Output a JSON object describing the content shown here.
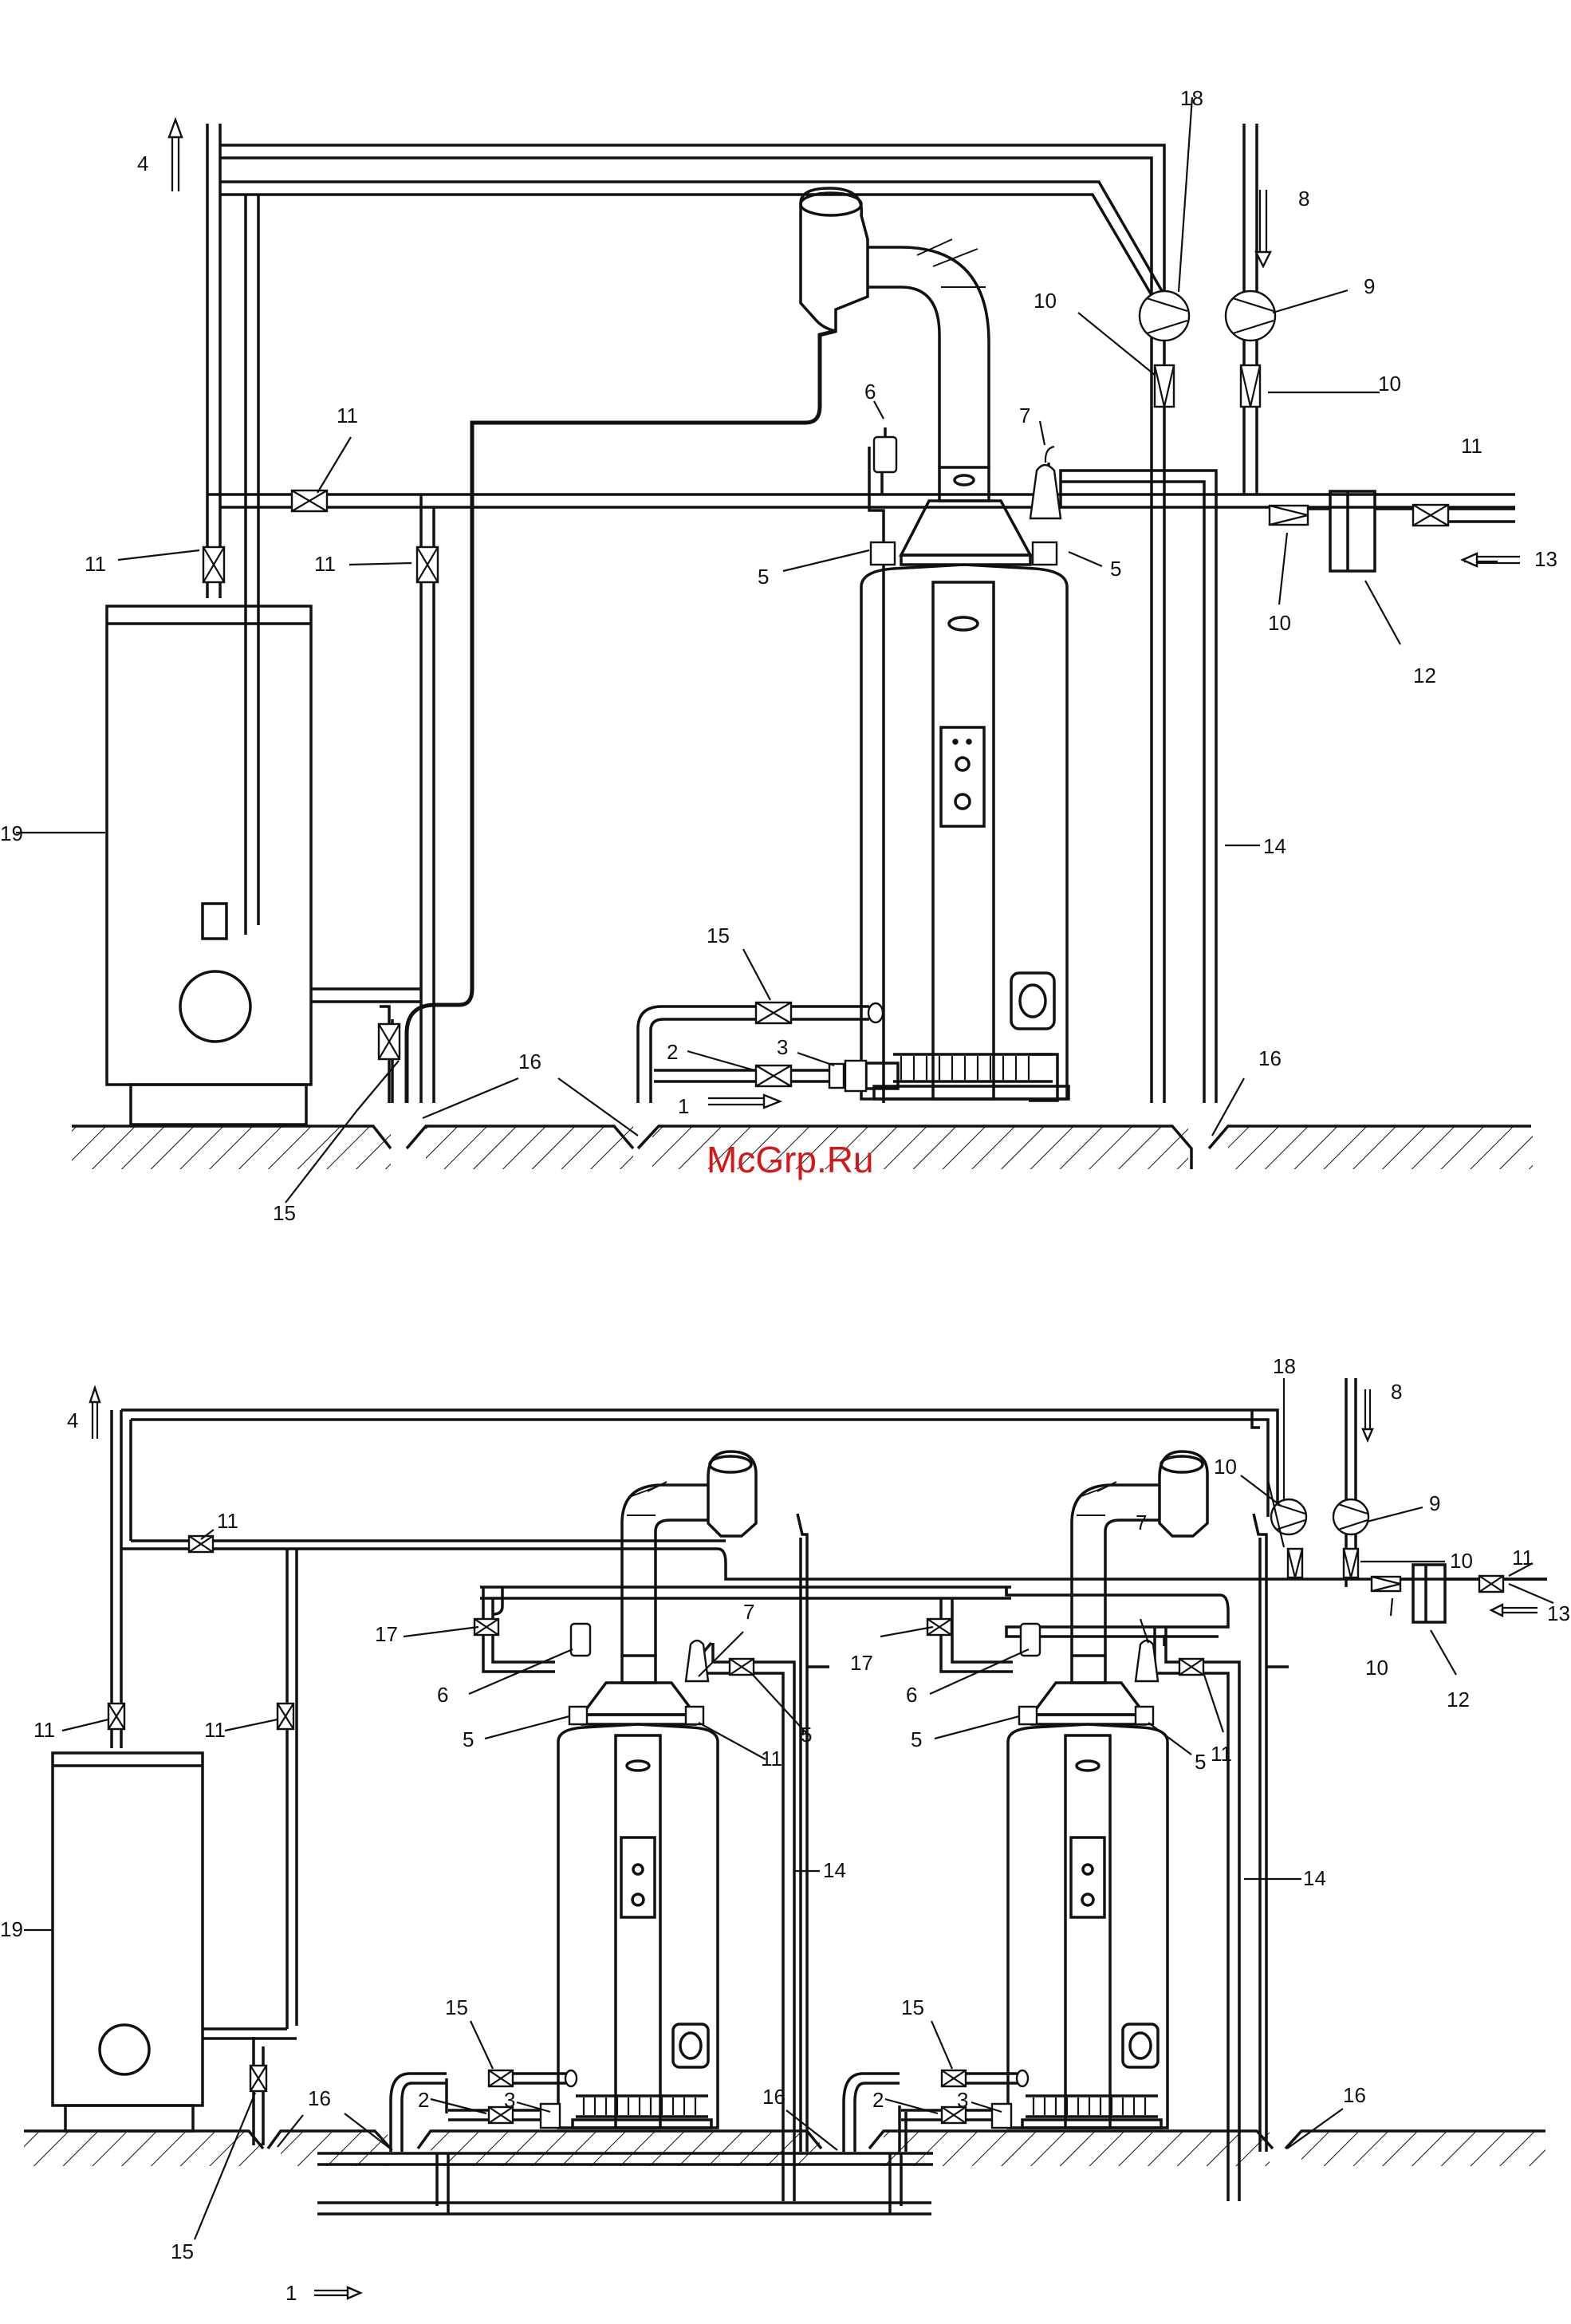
{
  "watermark": "McGrp.Ru",
  "figures": [
    {
      "callouts": {
        "l1": "1",
        "l2": "2",
        "l3": "3",
        "l4": "4",
        "l5a": "5",
        "l5b": "5",
        "l6": "6",
        "l7": "7",
        "l8": "8",
        "l9": "9",
        "l10a": "10",
        "l10b": "10",
        "l10c": "10",
        "l11a": "11",
        "l11b": "11",
        "l11c": "11",
        "l11d": "11",
        "l12": "12",
        "l13": "13",
        "l14": "14",
        "l15a": "15",
        "l15b": "15",
        "l16a": "16",
        "l16b": "16",
        "l18": "18",
        "l19": "19"
      }
    },
    {
      "callouts": {
        "l1": "1",
        "l2a": "2",
        "l2b": "2",
        "l3a": "3",
        "l3b": "3",
        "l4": "4",
        "l5a": "5",
        "l5b": "5",
        "l5c": "5",
        "l5d": "5",
        "l6a": "6",
        "l6b": "6",
        "l7a": "7",
        "l7b": "7",
        "l8": "8",
        "l9": "9",
        "l10a": "10",
        "l10b": "10",
        "l10c": "10",
        "l11a": "11",
        "l11b": "11",
        "l11c": "11",
        "l11d": "11",
        "l11e": "11",
        "l11f": "11",
        "l12": "12",
        "l13": "13",
        "l14a": "14",
        "l14b": "14",
        "l15a": "15",
        "l15b": "15",
        "l15c": "15",
        "l16a": "16",
        "l16b": "16",
        "l16c": "16",
        "l17a": "17",
        "l17b": "17",
        "l18": "18",
        "l19": "19"
      }
    }
  ]
}
